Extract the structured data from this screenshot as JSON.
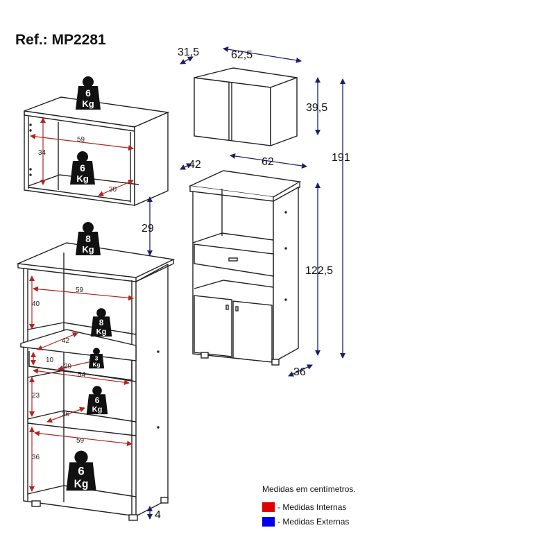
{
  "reference": "Ref.: MP2281",
  "colors": {
    "internal": "#e00000",
    "external": "#0000ee",
    "internal_arrow": "#b3241f",
    "external_arrow": "#1d1d6e",
    "line": "#222222",
    "weight_fill": "#111111"
  },
  "weights": {
    "top_upper": "6",
    "top_lower": "6",
    "top_base": "8",
    "shelf_upper": "8",
    "drawer": "3",
    "shelf_lower": "6",
    "bottom": "6",
    "unit": "Kg"
  },
  "internal_dims": {
    "top_width": "59",
    "top_height": "34",
    "top_depth": "30",
    "upper_width": "59",
    "upper_height": "40",
    "shelf_depth": "42",
    "drawer_height": "10",
    "drawer_depth": "29",
    "drawer_width": "54",
    "mid_height": "23",
    "mid_depth": "36",
    "lower_width": "59",
    "lower_height": "36"
  },
  "external_dims": {
    "top_depth": "31,5",
    "top_width": "62,5",
    "top_height": "39,5",
    "total_height": "191",
    "gap": "29",
    "base_depth_top": "42",
    "base_width": "62",
    "base_height": "122,5",
    "base_depth": "36",
    "foot": "4"
  },
  "legend": {
    "note": "Medidas em centímetros.",
    "internal": "- Medidas Internas",
    "external": "- Medidas Externas"
  }
}
